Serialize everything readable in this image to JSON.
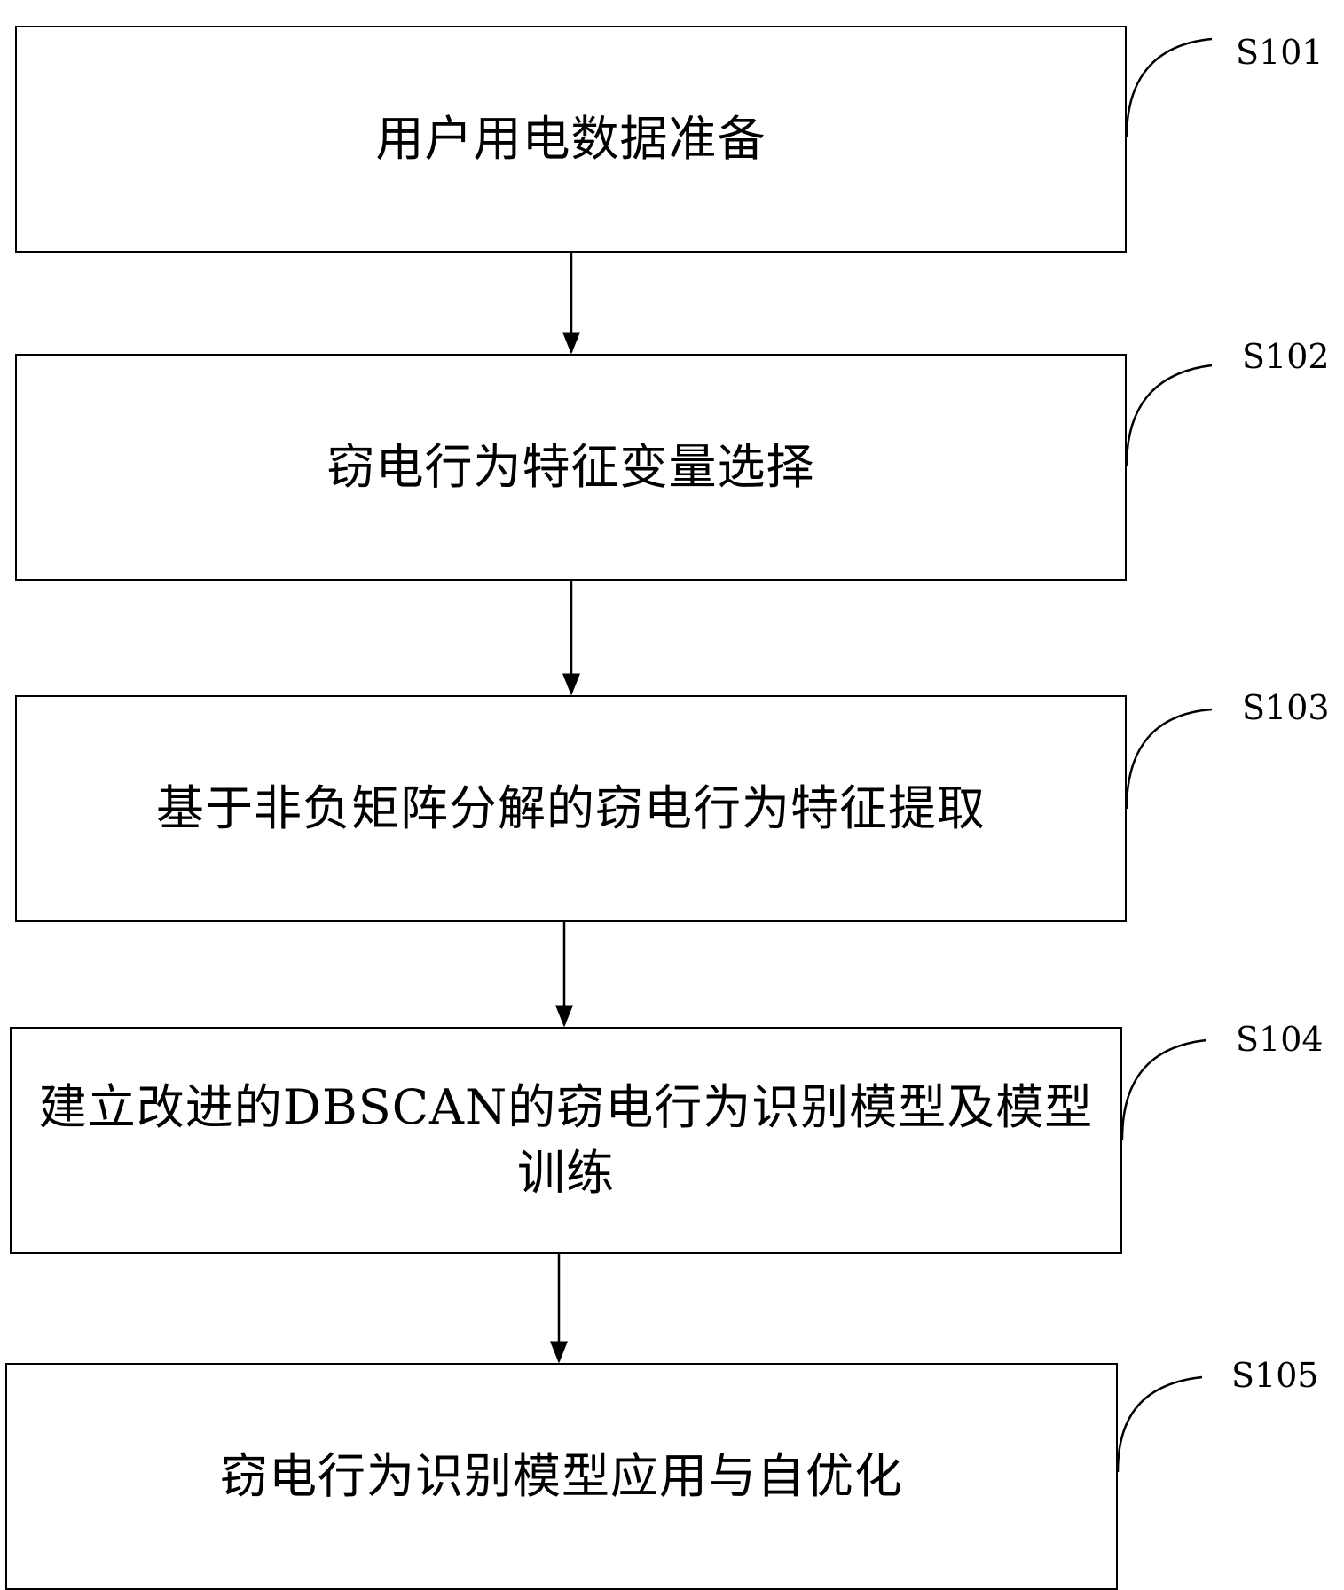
{
  "steps": [
    {
      "id": "S101",
      "text": "用户用电数据准备"
    },
    {
      "id": "S102",
      "text": "窃电行为特征变量选择"
    },
    {
      "id": "S103",
      "text": "基于非负矩阵分解的窃电行为特征提取"
    },
    {
      "id": "S104",
      "text": "建立改进的DBSCAN的窃电行为识别模型及模型训练"
    },
    {
      "id": "S105",
      "text": "窃电行为识别模型应用与自优化"
    }
  ]
}
